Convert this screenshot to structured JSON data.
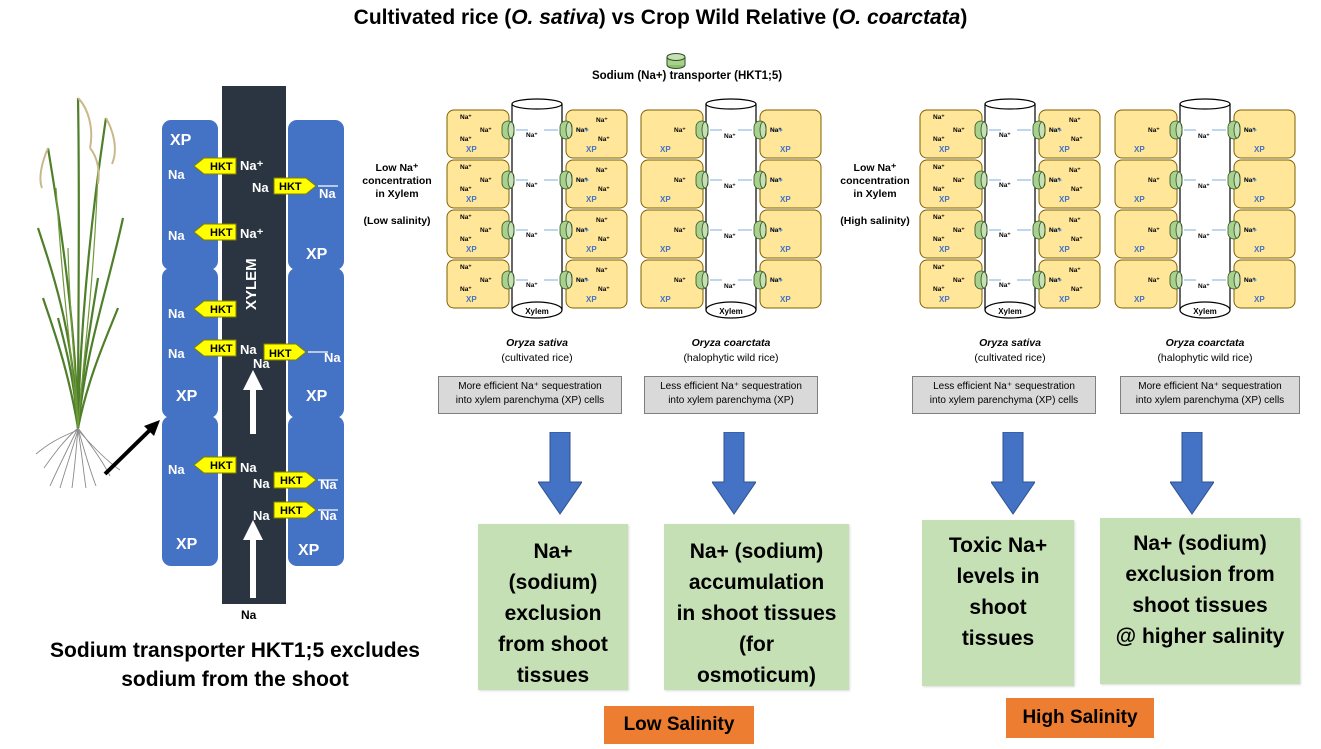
{
  "title": {
    "part1": "Cultivated rice (",
    "part2": "O. sativa",
    "part3": ") vs Crop Wild Relative (",
    "part4": "O. coarctata",
    "part5": ")"
  },
  "legend": {
    "label": "Sodium (Na+) transporter (HKT1;5)"
  },
  "left_diagram": {
    "xylem_label": "XYLEM",
    "xp_label": "XP",
    "hkt_label": "HKT",
    "na_label": "Na",
    "na_plus_label": "Na⁺",
    "caption_line1": "Sodium transporter HKT1;5 excludes",
    "caption_line2": "sodium from the shoot"
  },
  "panel_text": {
    "na_plus": "Na⁺",
    "xp": "XP",
    "xylem": "Xylem"
  },
  "low": {
    "side_label": {
      "line1": "Low Na⁺",
      "line2": "concentration",
      "line3": "in Xylem",
      "condition": "(Low salinity)"
    },
    "sativa": {
      "name": "Oryza sativa",
      "common": "(cultivated rice)",
      "note_line1": "More efficient Na⁺ sequestration",
      "note_line2": "into xylem parenchyma (XP) cells",
      "outcome": [
        "Na+",
        "(sodium)",
        "exclusion",
        "from shoot",
        "tissues"
      ]
    },
    "coarctata": {
      "name": "Oryza coarctata",
      "common": "(halophytic wild rice)",
      "note_line1": "Less efficient Na⁺ sequestration",
      "note_line2": "into xylem parenchyma (XP)",
      "outcome": [
        "Na+ (sodium)",
        "accumulation",
        "in shoot tissues",
        "(for",
        "osmoticum)"
      ]
    },
    "salinity_label": "Low Salinity"
  },
  "high": {
    "side_label": {
      "line1": "Low Na⁺",
      "line2": "concentration",
      "line3": "in Xylem",
      "condition": "(High salinity)"
    },
    "sativa": {
      "name": "Oryza sativa",
      "common": "(cultivated rice)",
      "note_line1": "Less efficient Na⁺ sequestration",
      "note_line2": "into xylem parenchyma (XP) cells",
      "outcome": [
        "Toxic Na+",
        "levels in",
        "shoot",
        "tissues"
      ]
    },
    "coarctata": {
      "name": "Oryza coarctata",
      "common": "(halophytic wild rice)",
      "note_line1": "More efficient Na⁺ sequestration",
      "note_line2": "into xylem parenchyma (XP) cells",
      "outcome": [
        "Na+ (sodium)",
        "exclusion from",
        "shoot tissues",
        "@ higher salinity"
      ]
    },
    "salinity_label": "High Salinity"
  },
  "colors": {
    "xp_blue": "#4472c4",
    "xylem_dark": "#2b3441",
    "hkt_yellow": "#ffff00",
    "cell_yellow": "#ffe699",
    "transporter_green": "#a9d18e",
    "arrow_blue": "#4472c4",
    "outcome_green": "#c5e0b4",
    "salinity_orange": "#ed7d31",
    "note_gray": "#d9d9d9"
  }
}
